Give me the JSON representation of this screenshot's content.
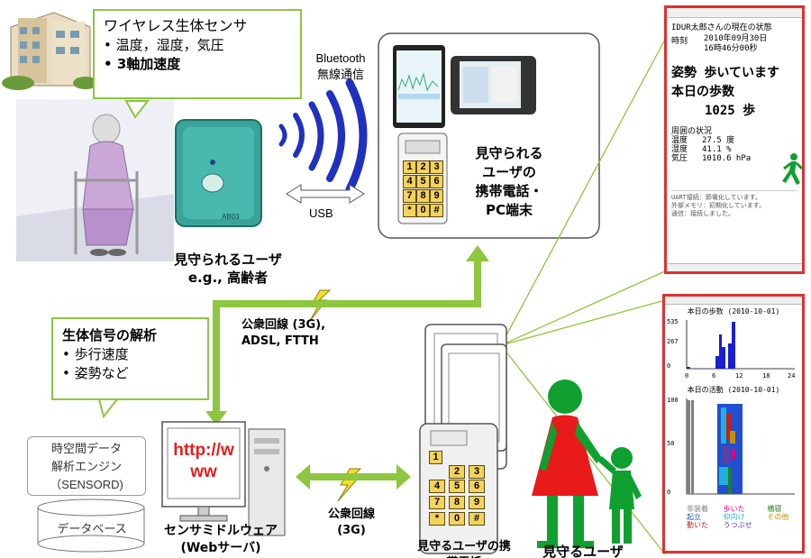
{
  "sensor_callout": {
    "title": "ワイヤレス生体センサ",
    "bullets": [
      "温度，湿度，気圧",
      "3軸加速度"
    ]
  },
  "bluetooth": {
    "line1": "Bluetooth",
    "line2": "無線通信"
  },
  "usb_label": "USB",
  "sensor_device_label": "AB03",
  "watched_user": {
    "line1": "見守られるユーザ",
    "line2": "e.g., 高齢者"
  },
  "watched_terminal": {
    "lines": [
      "見守られる",
      "ユーザの",
      "携帯電話・",
      "PC端末"
    ]
  },
  "public_line_top": {
    "line1": "公衆回線 (3G),",
    "line2": "ADSL, FTTH"
  },
  "analysis_callout": {
    "title": "生体信号の解析",
    "bullets": [
      "歩行速度",
      "姿勢など"
    ]
  },
  "engine_box": {
    "lines": [
      "時空間データ",
      "解析エンジン",
      "（SENSORD)"
    ]
  },
  "database_label": "データベース",
  "monitor_url": "http://www",
  "middleware": {
    "line1": "センサミドルウェア",
    "line2": "(Webサーバ)"
  },
  "public_line_bottom": {
    "line1": "公衆回線",
    "line2": "(3G)"
  },
  "watcher_phone_label": "見守るユーザの携帯電話",
  "watcher_label": "見守るユーザ",
  "keypad": [
    "1",
    "2",
    "3",
    "4",
    "5",
    "6",
    "7",
    "8",
    "9",
    "*",
    "0",
    "#"
  ],
  "status_screen": {
    "header": "IDUR太郎さんの現在の状態",
    "time_label": "時刻",
    "date": "2010年09月30日",
    "time": "16時46分00秒",
    "posture": "姿勢 歩いています",
    "steps_title": "本日の歩数",
    "steps_value": "1025 歩",
    "env_title": "周囲の状況",
    "env_rows": [
      {
        "k": "温度",
        "v": "27.5 度"
      },
      {
        "k": "湿度",
        "v": "41.1 %"
      },
      {
        "k": "気圧",
        "v": "1010.6 hPa"
      }
    ],
    "footer_lines": [
      "UART接続：節電化しています。",
      "外部メモリ：初期化しています。",
      "通信：接続しました。"
    ]
  },
  "chart_screen": {
    "steps_title": "本日の歩数 (2010-10-01)",
    "steps_yticks": [
      "535",
      "267",
      "0"
    ],
    "xticks": [
      "0",
      "6",
      "12",
      "18",
      "24"
    ],
    "activity_title": "本日の活動 (2010-10-01)",
    "activity_yticks": [
      "100",
      "50",
      "0"
    ],
    "legend": [
      {
        "label": "非装着",
        "color": "#808080"
      },
      {
        "label": "歩いた",
        "color": "#e0007a"
      },
      {
        "label": "横寝",
        "color": "#208020"
      },
      {
        "label": "起立",
        "color": "#2050d0"
      },
      {
        "label": "仰向け",
        "color": "#20b0e0"
      },
      {
        "label": "その他",
        "color": "#c09000"
      },
      {
        "label": "動いた",
        "color": "#c02020"
      },
      {
        "label": "うつぶせ",
        "color": "#6040a0"
      }
    ]
  },
  "colors": {
    "arrow": "#8dc63f",
    "callout_border": "#8dc63f",
    "screen_border": "#e03030"
  }
}
